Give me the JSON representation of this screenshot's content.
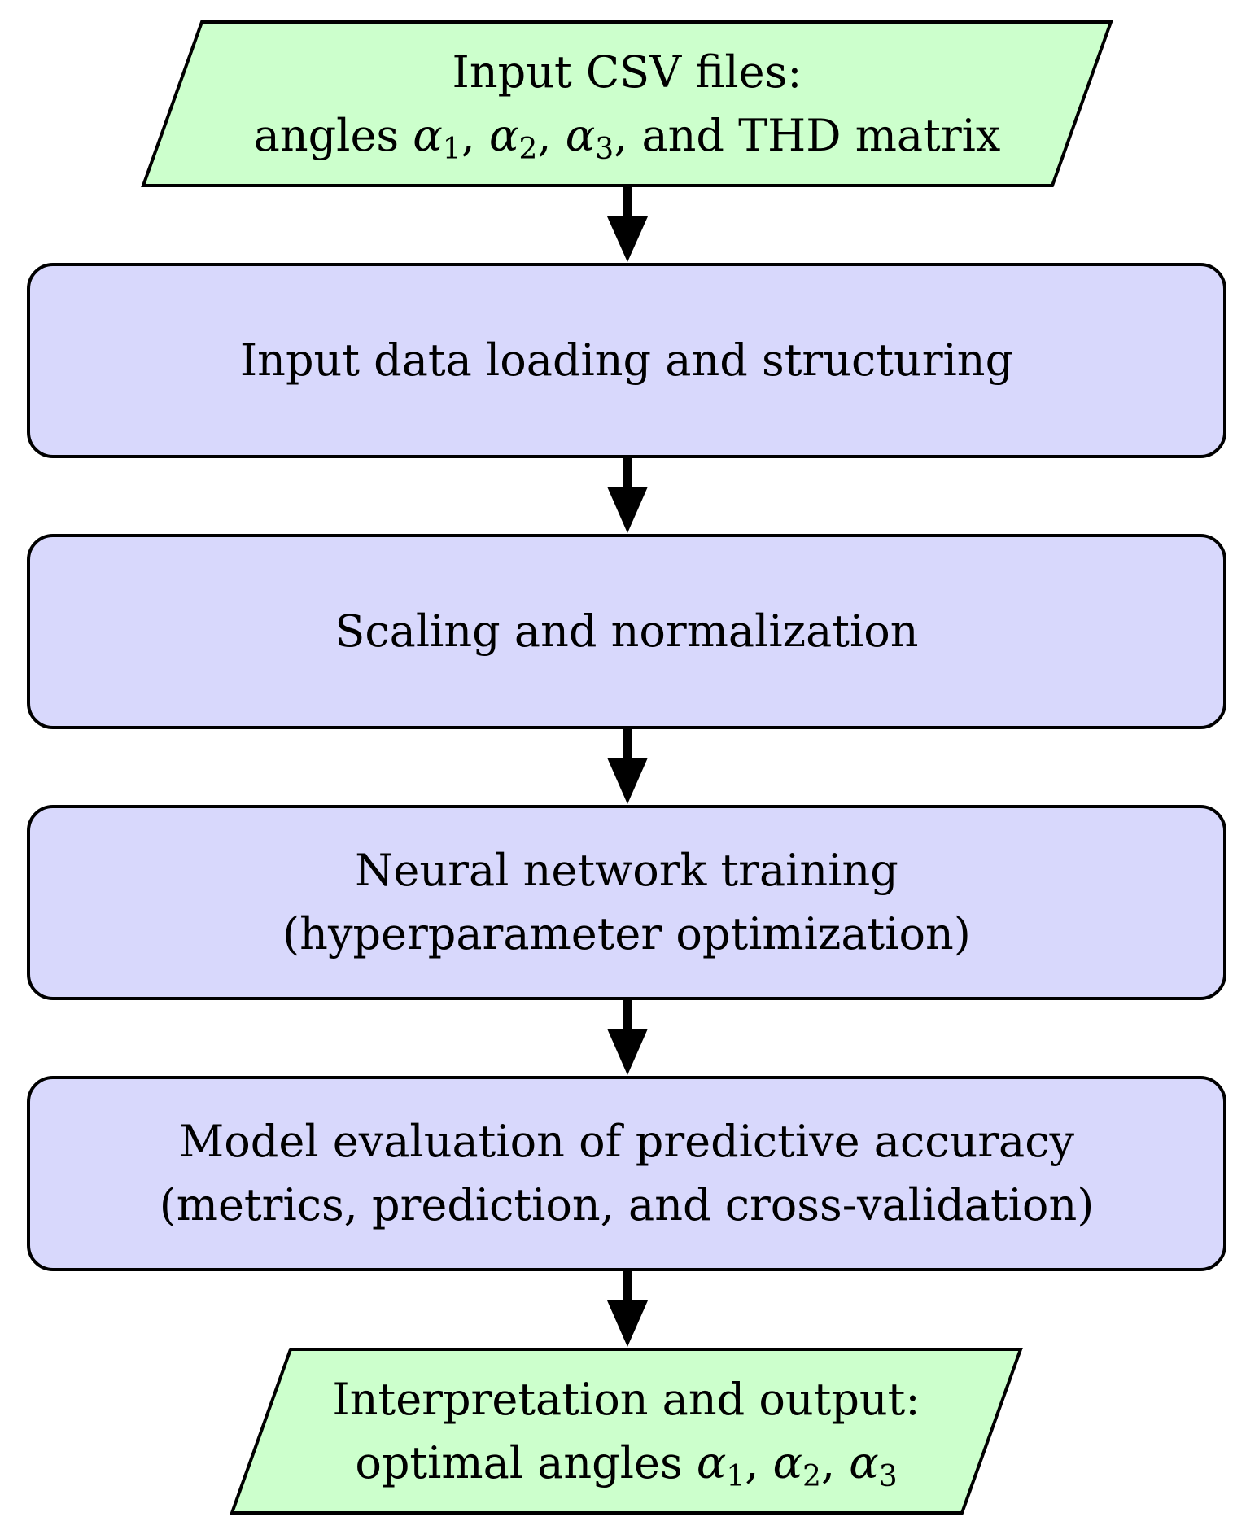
{
  "diagram": {
    "input": {
      "line1": "Input CSV files:",
      "line2_prefix": "angles ",
      "alpha": "α",
      "sub1": "1",
      "sub2": "2",
      "sub3": "3",
      "comma": ", ",
      "line2_suffix": ", and THD matrix"
    },
    "step1": {
      "line1": "Input data loading and structuring"
    },
    "step2": {
      "line1": "Scaling and normalization"
    },
    "step3": {
      "line1": "Neural network training",
      "line2": "(hyperparameter optimization)"
    },
    "step4": {
      "line1": "Model evaluation of predictive accuracy",
      "line2": "(metrics, prediction, and cross-validation)"
    },
    "output": {
      "line1": "Interpretation and output:",
      "line2_prefix": "optimal angles ",
      "alpha": "α",
      "sub1": "1",
      "sub2": "2",
      "sub3": "3",
      "comma": ", "
    },
    "colors": {
      "io_fill": "#ccffcc",
      "process_fill": "#d8d8fc",
      "stroke": "#000000"
    }
  }
}
